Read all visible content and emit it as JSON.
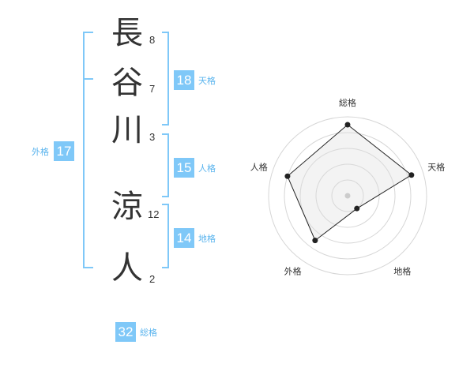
{
  "name": {
    "chars": [
      {
        "char": "長",
        "strokes": "8"
      },
      {
        "char": "谷",
        "strokes": "7"
      },
      {
        "char": "川",
        "strokes": "3"
      },
      {
        "char": "涼",
        "strokes": "12"
      },
      {
        "char": "人",
        "strokes": "2"
      }
    ]
  },
  "fortunes": {
    "tenkaku": {
      "value": "18",
      "label": "天格"
    },
    "jinkaku": {
      "value": "15",
      "label": "人格"
    },
    "chikaku": {
      "value": "14",
      "label": "地格"
    },
    "gaikaku": {
      "value": "17",
      "label": "外格"
    },
    "soukaku": {
      "value": "32",
      "label": "総格"
    }
  },
  "colors": {
    "accent": "#7fc8f8",
    "bracket": "#7fc8f8",
    "label": "#5ab4ee"
  },
  "chart_data": {
    "type": "radar",
    "axes": [
      "総格",
      "天格",
      "地格",
      "外格",
      "人格"
    ],
    "values": [
      0.9,
      0.85,
      0.2,
      0.7,
      0.8
    ],
    "range": [
      0,
      1
    ],
    "rings": 5
  }
}
